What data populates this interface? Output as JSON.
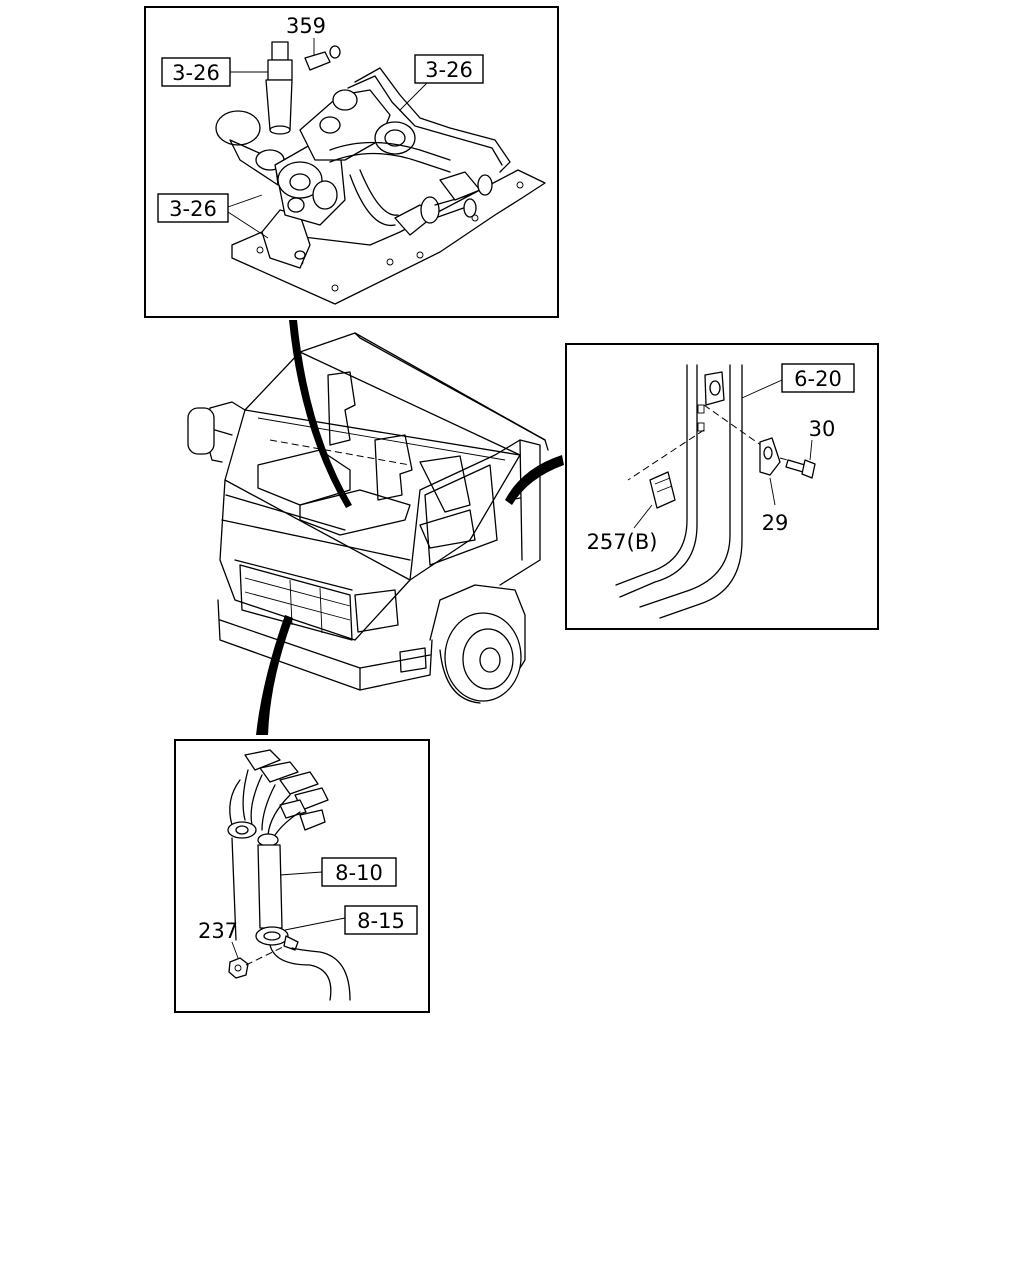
{
  "callouts": {
    "top": {
      "ref_upper_left": "3-26",
      "ref_upper_right": "3-26",
      "ref_lower_left": "3-26",
      "part_359": "359"
    },
    "right": {
      "ref_6_20": "6-20",
      "part_30": "30",
      "part_29": "29",
      "part_257b": "257(B)"
    },
    "bottom": {
      "ref_8_10": "8-10",
      "ref_8_15": "8-15",
      "part_237": "237"
    }
  }
}
